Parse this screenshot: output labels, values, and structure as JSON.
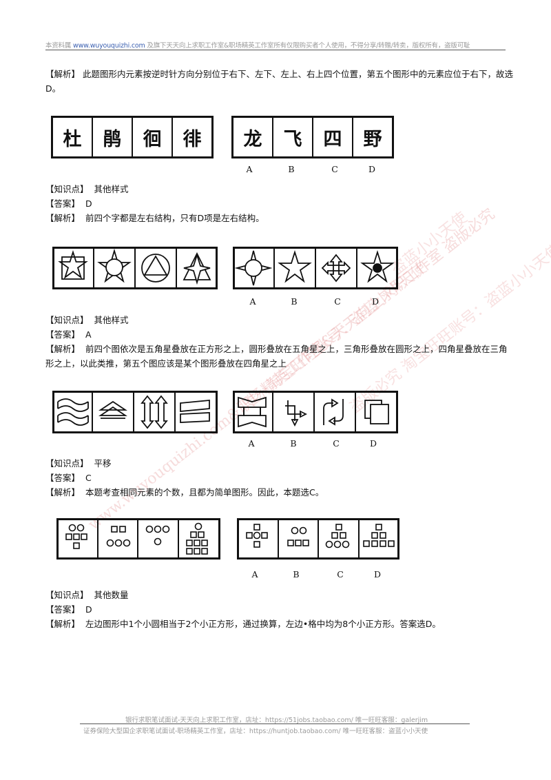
{
  "header": {
    "prefix": "本资料属",
    "link": "www.wuyouquizhi.com",
    "suffix": "及旗下天天向上求职工作室&职场精英工作室所有仅限购买者个人使用，不得分享/转赠/转卖，版权所有，盗版可耻"
  },
  "intro": {
    "tag": "【解析】",
    "text": "此题图形内元素按逆时针方向分别位于右下、左下、左上、右上四个位置，第五个图形中的元素应位于右下，故选D。"
  },
  "q1": {
    "question_chars": [
      "杜",
      "鹃",
      "徊",
      "徘"
    ],
    "option_chars": [
      "龙",
      "飞",
      "四",
      "野"
    ],
    "labels": [
      "A",
      "B",
      "C",
      "D"
    ],
    "kp_tag": "【知识点】",
    "kp": "其他样式",
    "ans_tag": "【答案】",
    "ans": "D",
    "exp_tag": "【解析】",
    "exp": "前四个字都是左右结构，只有D项是左右结构。"
  },
  "q2": {
    "labels": [
      "A",
      "B",
      "C",
      "D"
    ],
    "kp_tag": "【知识点】",
    "kp": "其他样式",
    "ans_tag": "【答案】",
    "ans": "A",
    "exp_tag": "【解析】",
    "exp": "前四个图依次是五角星叠放在正方形之上，圆形叠放在五角星之上，三角形叠放在圆形之上，四角星叠放在三角形之上，以此类推，第五个图应该是某个图形叠放在四角星之上"
  },
  "q3": {
    "labels": [
      "A",
      "B",
      "C",
      "D"
    ],
    "kp_tag": "【知识点】",
    "kp": "平移",
    "ans_tag": "【答案】",
    "ans": "C",
    "exp_tag": "【解析】",
    "exp": "本题考查相同元素的个数，且都为简单图形。因此，本题选C。"
  },
  "q4": {
    "labels": [
      "A",
      "B",
      "C",
      "D"
    ],
    "kp_tag": "【知识点】",
    "kp": "其他数量",
    "ans_tag": "【答案】",
    "ans": "D",
    "exp_tag": "【解析】",
    "exp": "左边图形中1个小圆相当于2个小正方形，通过换算，左边•格中均为8个小正方形。答案选D。"
  },
  "watermarks": {
    "a": "www.wuyouquizhi.com&职场精英工作室&天天向上求职工作室 盗版必究",
    "b": "唯一淘宝旺旺账号：盗蓝小小天使",
    "c": "盗版必究 淘宝旺旺账号：盗蓝小小天使",
    "d": "盗蓝小小天使"
  },
  "footer": {
    "line1": "银行求职笔试面试-天天向上求职工作室，店址：https://51jobs.taobao.com/ 唯一旺旺客服：galerjim",
    "line2": "证券保险大型国企求职笔试面试-职场精英工作室，店址：https://huntjob.taobao.com/ 唯一旺旺客服：盗蓝小小天使"
  },
  "colors": {
    "watermark": "#d75a5a",
    "header_text": "#9a9a9a",
    "link": "#3a5fb0"
  }
}
